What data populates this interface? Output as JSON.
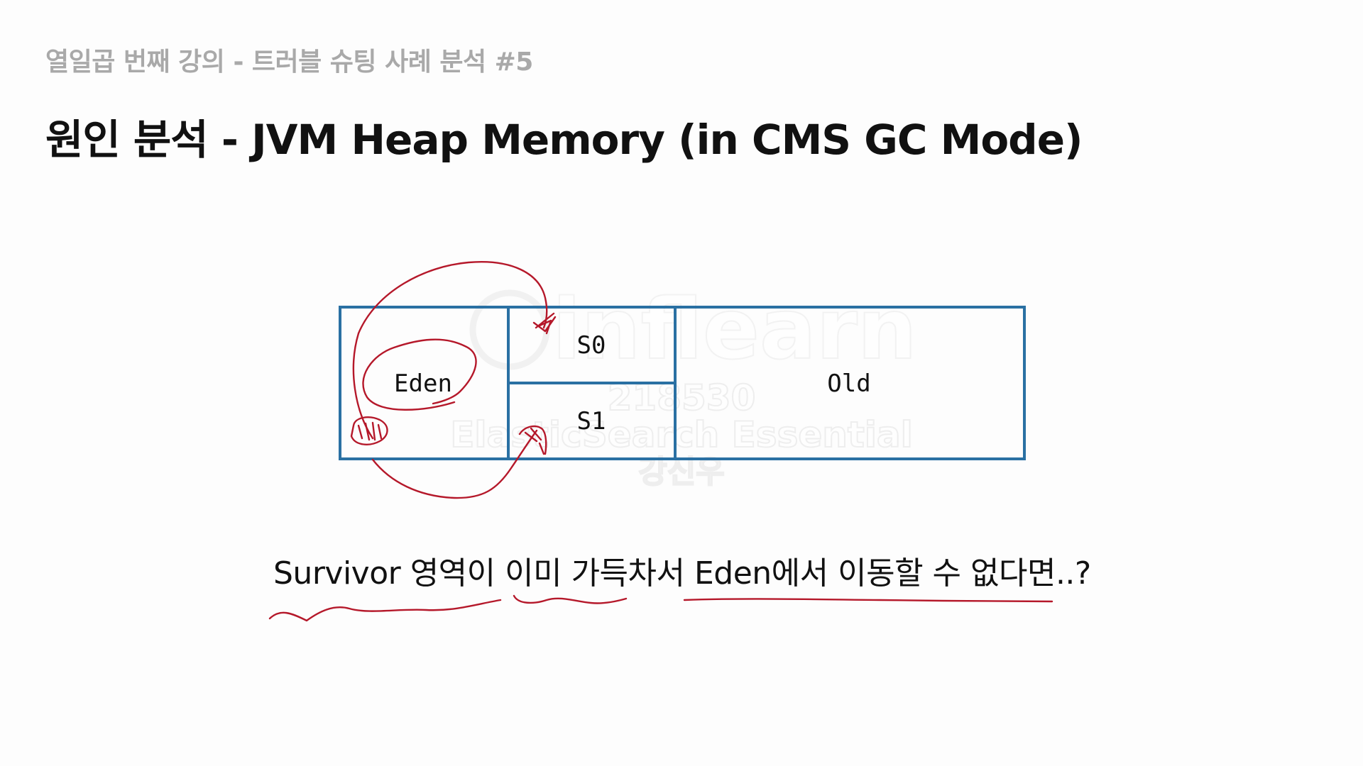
{
  "slide": {
    "subtitle": "열일곱 번째 강의 - 트러블 슈팅 사례 분석 #5",
    "title": "원인 분석 - JVM Heap Memory (in CMS GC Mode)",
    "question": "Survivor 영역이 이미 가득차서 Eden에서 이동할 수 없다면..?"
  },
  "diagram": {
    "eden_label": "Eden",
    "s0_label": "S0",
    "s1_label": "S1",
    "old_label": "Old",
    "box_color": "#2a70a3"
  },
  "watermark": {
    "logo": "inflearn",
    "id": "218530",
    "course": "ElasticSearch Essential",
    "author": "강신우"
  },
  "annotation_color": "#b5182a"
}
